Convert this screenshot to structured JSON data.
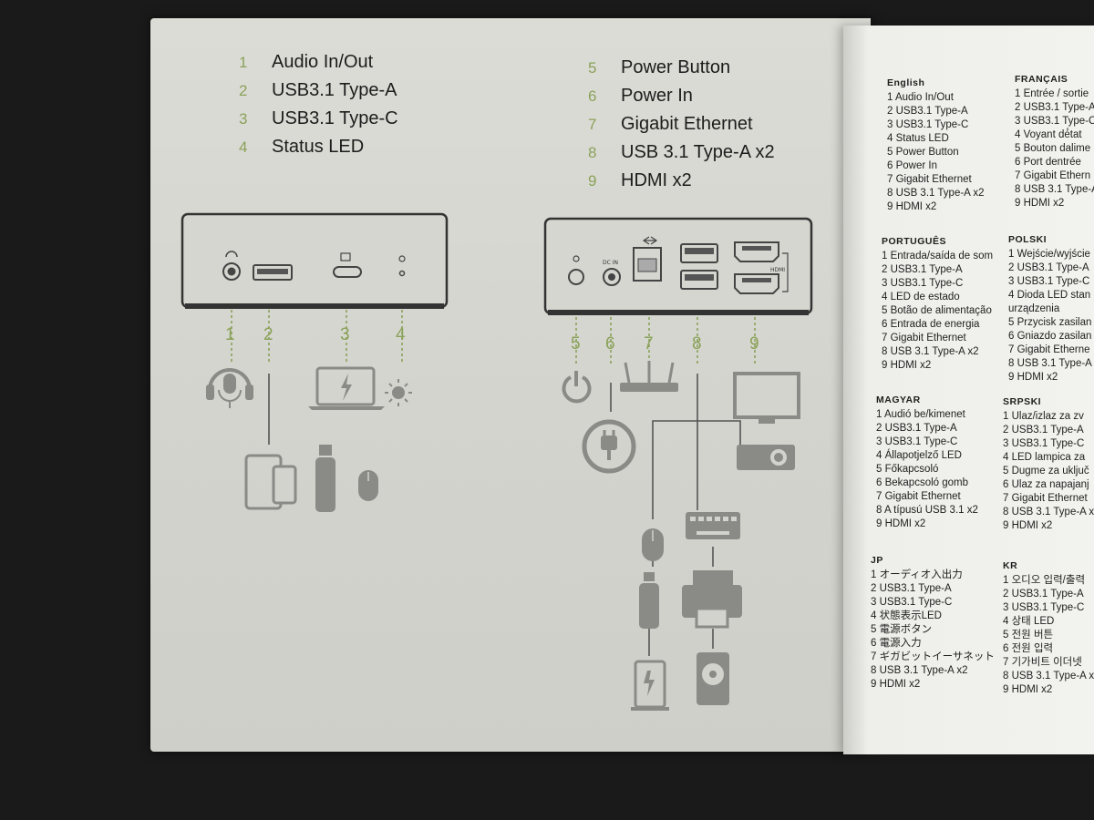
{
  "left_legend": [
    {
      "num": "1",
      "label": "Audio In/Out"
    },
    {
      "num": "2",
      "label": "USB3.1 Type-A"
    },
    {
      "num": "3",
      "label": "USB3.1 Type-C"
    },
    {
      "num": "4",
      "label": "Status LED"
    }
  ],
  "right_legend": [
    {
      "num": "5",
      "label": "Power Button"
    },
    {
      "num": "6",
      "label": "Power In"
    },
    {
      "num": "7",
      "label": "Gigabit Ethernet"
    },
    {
      "num": "8",
      "label": "USB 3.1 Type-A x2"
    },
    {
      "num": "9",
      "label": "HDMI x2"
    }
  ],
  "diagram_numbers": [
    "1",
    "2",
    "3",
    "4",
    "5",
    "6",
    "7",
    "8",
    "9"
  ],
  "port_labels": {
    "dc_in": "DC IN",
    "hdmi": "HDMI"
  },
  "languages": {
    "english": {
      "heading": "English",
      "items": [
        "1 Audio In/Out",
        "2 USB3.1 Type-A",
        "3 USB3.1 Type-C",
        "4 Status LED",
        "5 Power Button",
        "6 Power In",
        "7 Gigabit Ethernet",
        "8 USB 3.1 Type-A x2",
        "9 HDMI x2"
      ]
    },
    "francais": {
      "heading": "FRANÇAIS",
      "items": [
        "1 Entrée / sortie",
        "2 USB3.1 Type-A",
        "3 USB3.1 Type-C",
        "4 Voyant dé́tat",
        "5 Bouton dalime",
        "6 Port dentrée",
        "7 Gigabit Ethern",
        "8 USB 3.1 Type-A",
        "9 HDMI x2"
      ]
    },
    "portugues": {
      "heading": "PORTUGUÊS",
      "items": [
        "1 Entrada/saída de som",
        "2 USB3.1 Type-A",
        "3 USB3.1 Type-C",
        "4 LED de estado",
        "5 Botão de alimentação",
        "6 Entrada de energia",
        "7 Gigabit Ethernet",
        "8 USB 3.1 Type-A x2",
        "9 HDMI x2"
      ]
    },
    "polski": {
      "heading": "POLSKI",
      "items": [
        "1 Wejście/wyjście",
        "2 USB3.1 Type-A",
        "3 USB3.1 Type-C",
        "4 Dioda LED stan",
        "urządzenia",
        "5 Przycisk zasilan",
        "6 Gniazdo zasilan",
        "7 Gigabit Etherne",
        "8 USB 3.1 Type-A",
        "9 HDMI x2"
      ]
    },
    "magyar": {
      "heading": "MAGYAR",
      "items": [
        "1 Audió be/kimenet",
        "2 USB3.1 Type-A",
        "3 USB3.1 Type-C",
        "4 Állapotjelző LED",
        "5 Főkapcsoló",
        "6 Bekapcsoló gomb",
        "7 Gigabit Ethernet",
        "8 A típusú USB 3.1 x2",
        "9 HDMI x2"
      ]
    },
    "srpski": {
      "heading": "SRPSKI",
      "items": [
        "1 Ulaz/izlaz za zv",
        "2 USB3.1 Type-A",
        "3 USB3.1 Type-C",
        "4 LED lampica za",
        "5 Dugme za uključ",
        "6 Ulaz za napajanj",
        "7 Gigabit Ethernet",
        "8 USB 3.1 Type-A x",
        "9 HDMI x2"
      ]
    },
    "jp": {
      "heading": "JP",
      "items": [
        "1 オーディオ入出力",
        "2 USB3.1 Type-A",
        "3 USB3.1 Type-C",
        "4 状態表示LED",
        "5 電源ボタン",
        "6 電源入力",
        "7 ギガビットイーサネット",
        "8 USB 3.1 Type-A x2",
        "9 HDMI x2"
      ]
    },
    "kr": {
      "heading": "KR",
      "items": [
        "1 오디오 입력/출력",
        "2 USB3.1 Type-A",
        "3 USB3.1 Type-C",
        "4 상태 LED",
        "5 전원 버튼",
        "6 전원 입력",
        "7 기가비트 이더넷",
        "8 USB 3.1 Type-A x",
        "9 HDMI x2"
      ]
    }
  }
}
